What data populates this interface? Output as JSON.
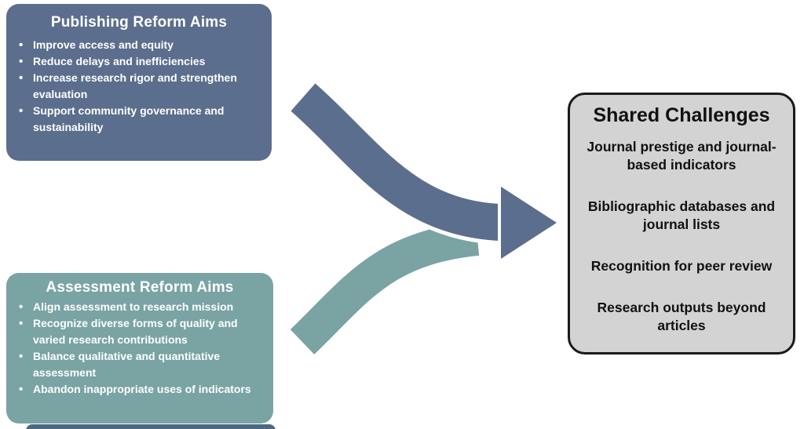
{
  "boxes": {
    "publishing": {
      "title": "Publishing Reform Aims",
      "fill": "#5b6e8d",
      "text_color": "#ffffff",
      "bullets": [
        "Improve access and equity",
        "Reduce delays and inefficiencies",
        "Increase research rigor and strengthen evaluation",
        "Support community governance and sustainability"
      ]
    },
    "assessment": {
      "title": "Assessment Reform Aims",
      "fill": "#7aa3a4",
      "text_color": "#ffffff",
      "bullets": [
        "Align assessment to research mission",
        "Recognize diverse forms of quality and varied research contributions",
        "Balance qualitative and quantitative assessment",
        "Abandon inappropriate uses of indicators"
      ]
    },
    "shared": {
      "title": "Shared Challenges",
      "fill": "#d3d3d3",
      "border_color": "#1a1a1a",
      "text_color": "#111111",
      "items": [
        "Journal prestige and journal-based indicators",
        "Bibliographic databases and journal lists",
        "Recognition for peer review",
        "Research outputs beyond articles"
      ]
    }
  },
  "arrows": {
    "publishing_color": "#5b6e8d",
    "assessment_color": "#7aa3a4",
    "outline_color": "#ffffff"
  },
  "partial_bottom_box": {
    "fill": "#4a6a80"
  }
}
